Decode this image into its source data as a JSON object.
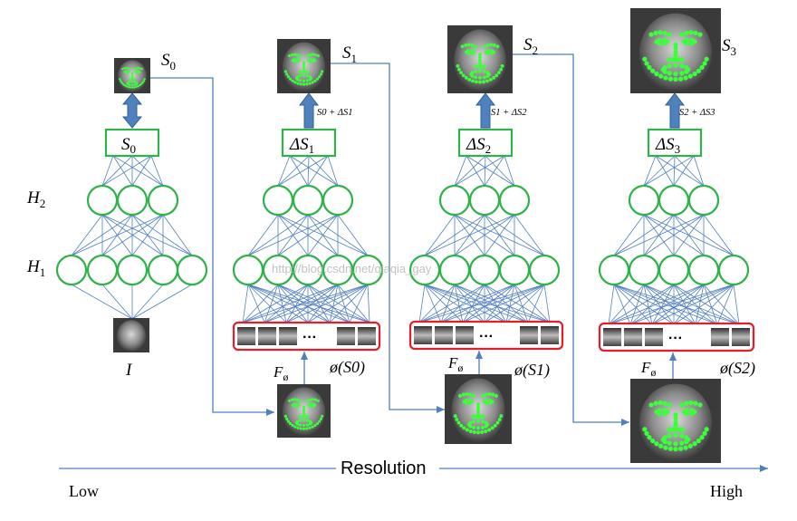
{
  "colors": {
    "connection": "#4f7fbf",
    "node_stroke": "#2fb24a",
    "patch_box_stroke": "#e0202a",
    "big_arrow_fill": "#4f81bd",
    "big_arrow_stroke": "#2f5f9a",
    "landmark": "#3cff3c",
    "face_bg": "#3a3a3a"
  },
  "labels": {
    "s0": "S",
    "s0_sub": "0",
    "s1": "S",
    "s1_sub": "1",
    "s2": "S",
    "s2_sub": "2",
    "s3": "S",
    "s3_sub": "3",
    "h1": "H",
    "h1_sub": "1",
    "h2": "H",
    "h2_sub": "2",
    "input": "I",
    "box0": "S",
    "box0_sub": "0",
    "box1": "ΔS",
    "box1_sub": "1",
    "box2": "ΔS",
    "box2_sub": "2",
    "box3": "ΔS",
    "box3_sub": "3",
    "update1": "S0 + ΔS1",
    "update2": "S1 + ΔS2",
    "update3": "S2 + ΔS3",
    "f1": "F",
    "f1_sub": "ø",
    "f2": "F",
    "f2_sub": "ø",
    "f3": "F",
    "f3_sub": "ø",
    "phi1": "ø(S0)",
    "phi2": "ø(S1)",
    "phi3": "ø(S2)",
    "ellipsis": "···",
    "resolution": "Resolution",
    "low": "Low",
    "high": "High",
    "watermark": "http://blog.csdn.net/qiaqia_gay"
  }
}
